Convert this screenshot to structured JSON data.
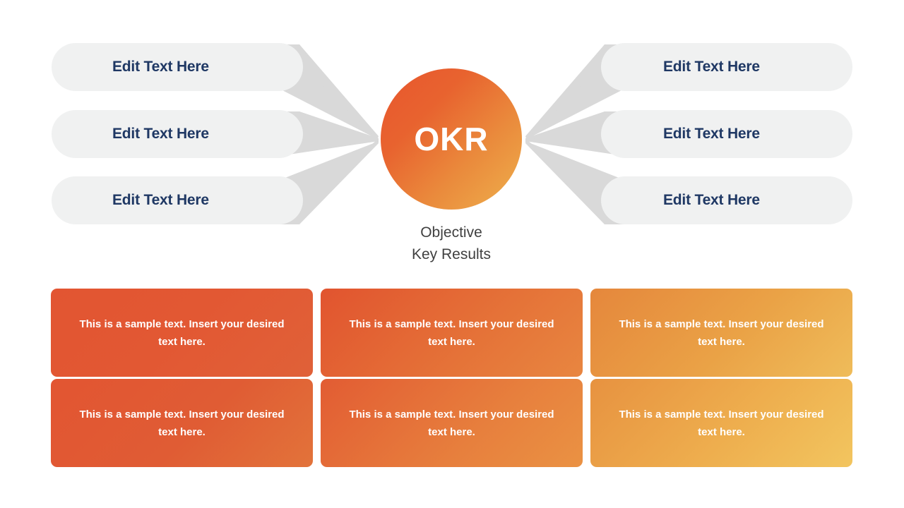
{
  "slide": {
    "background_color": "#ffffff",
    "title_accent": "#e8562e"
  },
  "center": {
    "label": "OKR",
    "caption_line1": "Objective",
    "caption_line2": "Key Results",
    "circle_gradient_from": "#e8562e",
    "circle_gradient_to": "#eeb04c",
    "label_color": "#ffffff",
    "caption_color": "#404040"
  },
  "connectors": {
    "color": "#d9d9d9"
  },
  "pills": {
    "text_color": "#1f3864",
    "fill_color": "#f0f1f1",
    "left": [
      {
        "label": "Edit Text Here"
      },
      {
        "label": "Edit Text Here"
      },
      {
        "label": "Edit Text Here"
      }
    ],
    "right": [
      {
        "label": "Edit Text Here"
      },
      {
        "label": "Edit Text Here"
      },
      {
        "label": "Edit Text Here"
      }
    ]
  },
  "cards": {
    "text_color": "#ffffff",
    "rows": [
      [
        {
          "text": "This is a sample text. Insert your desired text here.",
          "color_from": "#e25532",
          "color_to": "#e06138"
        },
        {
          "text": "This is a sample text. Insert your desired text here.",
          "color_from": "#e1542f",
          "color_to": "#e88640"
        },
        {
          "text": "This is a sample text. Insert your desired text here.",
          "color_from": "#e5873c",
          "color_to": "#efbc5a"
        }
      ],
      [
        {
          "text": "This is a sample text. Insert your desired text here.",
          "color_from": "#e25532",
          "color_to": "#e2733a"
        },
        {
          "text": "This is a sample text. Insert your desired text here.",
          "color_from": "#e25c33",
          "color_to": "#ea9243"
        },
        {
          "text": "This is a sample text. Insert your desired text here.",
          "color_from": "#e79240",
          "color_to": "#f2c55f"
        }
      ]
    ]
  }
}
